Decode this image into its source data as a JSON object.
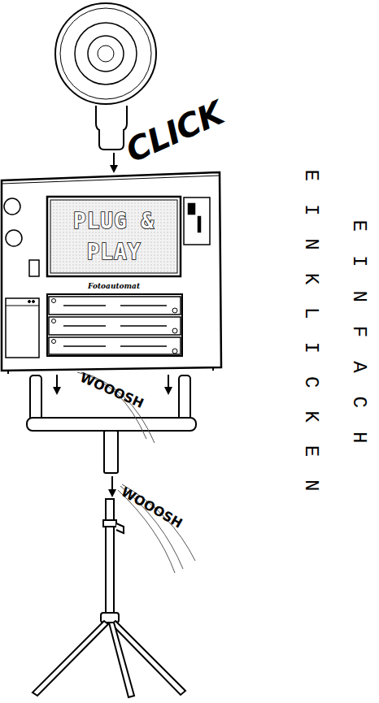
{
  "diagram": {
    "nodes": [
      {
        "text": [
          "PLUG & PLAY"
        ]
      }
    ],
    "labels": [
      "CLICK",
      "WOOOSH",
      "WOOOSH",
      "Fotoautomat",
      "EINKLICKEN",
      "EINFACH"
    ]
  }
}
